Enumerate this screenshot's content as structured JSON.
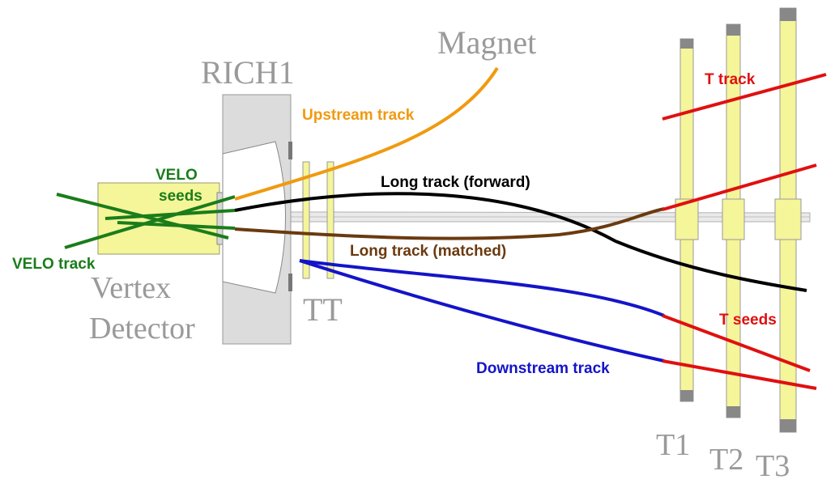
{
  "labels": {
    "magnet": "Magnet",
    "rich1": "RICH1",
    "vertex_line1": "Vertex",
    "vertex_line2": "Detector",
    "tt": "TT",
    "t1": "T1",
    "t2": "T2",
    "t3": "T3"
  },
  "tracks": {
    "upstream": "Upstream track",
    "velo_seeds_line1": "VELO",
    "velo_seeds_line2": "seeds",
    "long_forward": "Long track (forward)",
    "long_matched": "Long track (matched)",
    "velo_track": "VELO track",
    "downstream": "Downstream track",
    "t_track": "T track",
    "t_seeds": "T seeds"
  },
  "colors": {
    "detector_fill": "#f5f59a",
    "rich_fill": "#dcdcdc",
    "label_gray": "#9a9a9a",
    "velo_green": "#1a7d1a",
    "upstream_orange": "#f09a10",
    "forward_black": "#000000",
    "matched_brown": "#6b3a10",
    "downstream_blue": "#1414c8",
    "t_red": "#e01010"
  }
}
